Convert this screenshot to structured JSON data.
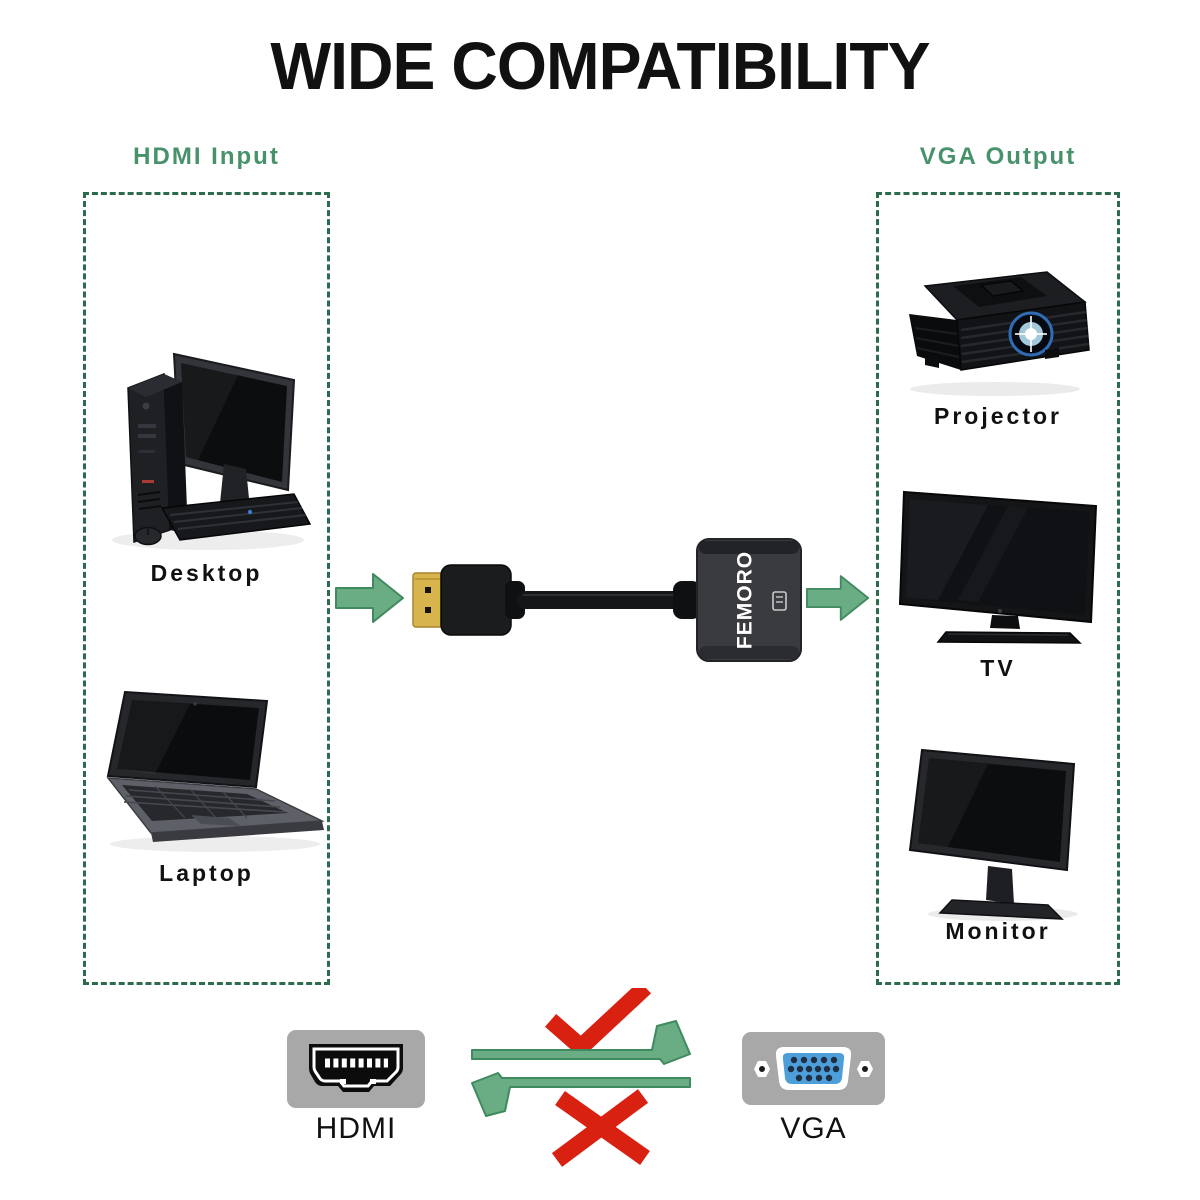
{
  "title": "WIDE COMPATIBILITY",
  "input_section": {
    "label": "HDMI Input",
    "devices": [
      {
        "name": "Desktop"
      },
      {
        "name": "Laptop"
      }
    ]
  },
  "output_section": {
    "label": "VGA Output",
    "devices": [
      {
        "name": "Projector"
      },
      {
        "name": "TV"
      },
      {
        "name": "Monitor"
      }
    ]
  },
  "adapter": {
    "brand": "FEMORO"
  },
  "legend": {
    "hdmi_label": "HDMI",
    "vga_label": "VGA",
    "forward_status_icon": "check",
    "reverse_status_icon": "cross"
  },
  "icons": {
    "check": "✓",
    "cross": "✕",
    "flow_arrow": "→"
  },
  "colors": {
    "section_green": "#47926b",
    "dashed_border_green": "#2d6b4e",
    "arrow_fill_green": "#6aac84",
    "arrow_stroke_green": "#3f8a5f",
    "status_red": "#d92111",
    "connector_gray": "#a8a8a8",
    "vga_blue": "#4d9ed9",
    "hdmi_gold": "#d7b44c",
    "device_black": "#141517"
  }
}
